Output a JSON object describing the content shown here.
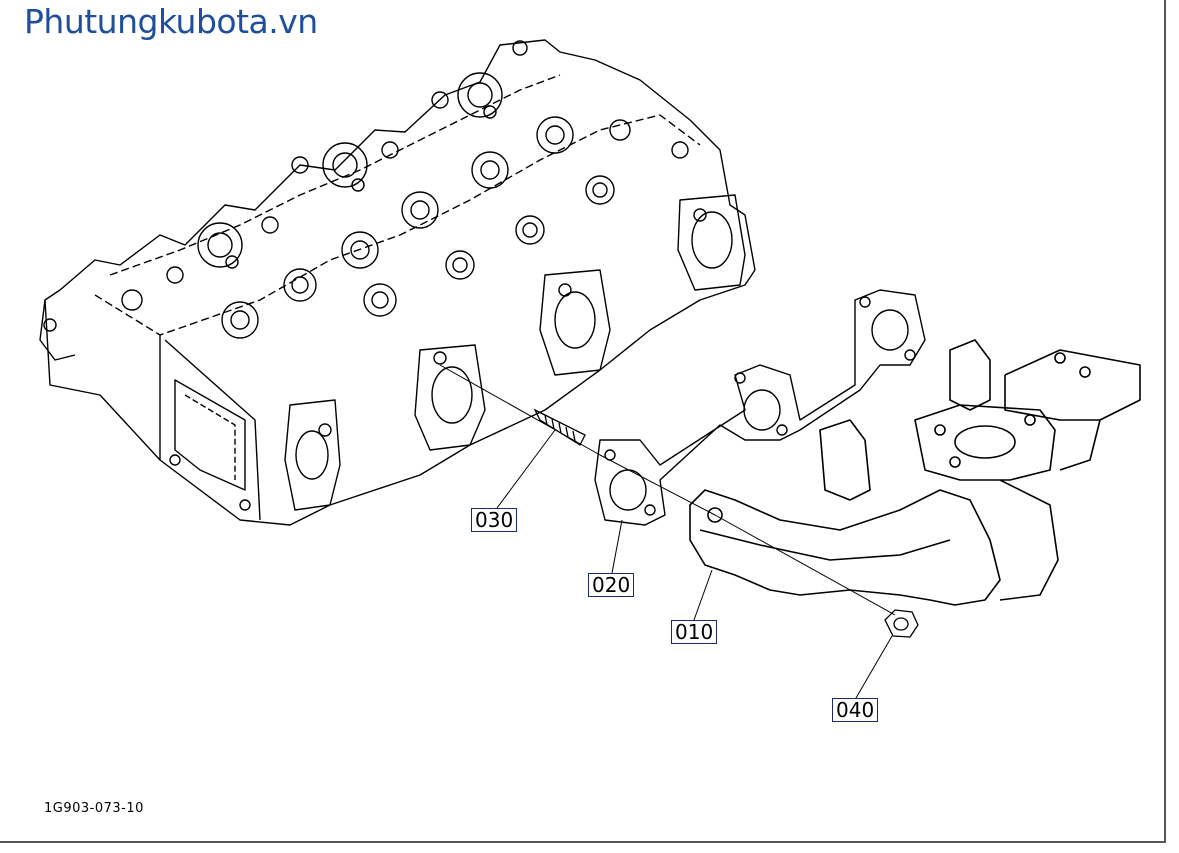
{
  "site_title": "Phutungkubota.vn",
  "diagram_code": "1G903-073-10",
  "callouts": {
    "part_010": "010",
    "part_020": "020",
    "part_030": "030",
    "part_040": "040"
  },
  "colors": {
    "title": "#1f4e9c",
    "callout_border": "#1b2a6b",
    "line": "#000000"
  }
}
